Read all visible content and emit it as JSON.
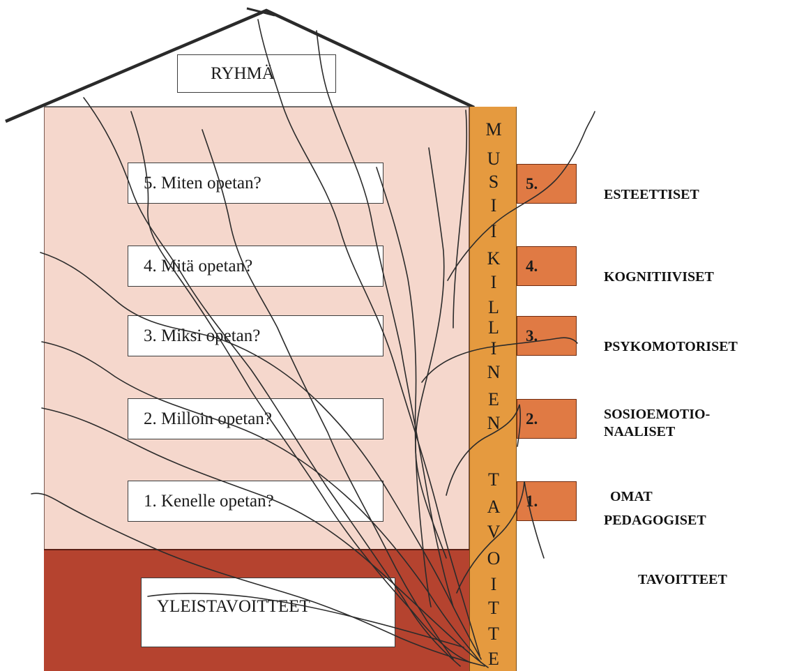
{
  "roof": {
    "label": "RYHMÄ"
  },
  "questions": [
    {
      "label": "5. Miten opetan?"
    },
    {
      "label": "4. Mitä opetan?"
    },
    {
      "label": "3. Miksi opetan?"
    },
    {
      "label": "2. Milloin opetan?"
    },
    {
      "label": "1. Kenelle opetan?"
    }
  ],
  "foundation": {
    "label": "YLEISTAVOITTEET"
  },
  "pillar": {
    "letters": [
      "M",
      "U",
      "S",
      "I",
      "I",
      "K",
      "I",
      "L",
      "L",
      "I",
      "N",
      "E",
      "N",
      "T",
      "A",
      "V",
      "O",
      "I",
      "T",
      "T",
      "E"
    ]
  },
  "tabs": [
    {
      "number": "5."
    },
    {
      "number": "4."
    },
    {
      "number": "3."
    },
    {
      "number": "2."
    },
    {
      "number": "1."
    }
  ],
  "categories": {
    "esteettiset": "ESTEETTISET",
    "kognitiiviset": "KOGNITIIVISET",
    "psykomotoriset": "PSYKOMOTORISET",
    "sosio_line1": "SOSIOEMOTIO-",
    "sosio_line2": "NAALISET",
    "omat": "OMAT",
    "pedagogiset": "PEDAGOGISET",
    "tavoitteet": "TAVOITTEET"
  },
  "colors": {
    "wall": "#f5d7cc",
    "foundation": "#b5432f",
    "pillar": "#e59a3f",
    "tab": "#e07a44"
  }
}
